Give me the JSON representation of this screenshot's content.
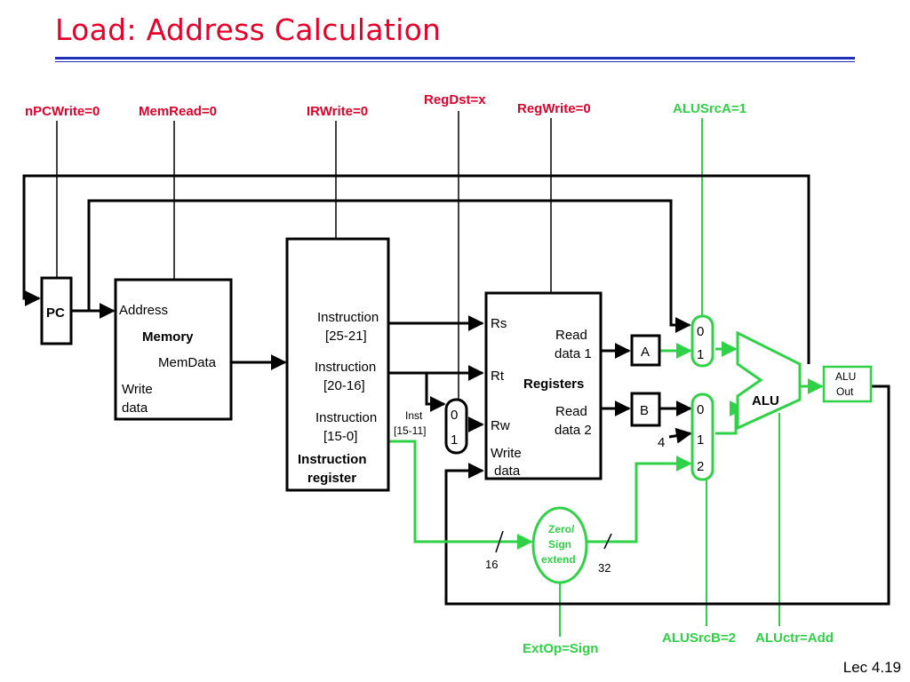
{
  "title": "Load: Address Calculation",
  "footer": "Lec 4.19",
  "colors": {
    "title": "#e8002a",
    "rule": "#1f2fb8",
    "control_red": "#e0002a",
    "active_green": "#2fd246"
  },
  "control_signals": {
    "npcwrite": "nPCWrite=0",
    "memread": "MemRead=0",
    "irwrite": "IRWrite=0",
    "regdst": "RegDst=x",
    "regwrite": "RegWrite=0",
    "alusrca": "ALUSrcA=1",
    "extop": "ExtOp=Sign",
    "alusrcb": "ALUSrcB=2",
    "aluctr": "ALUctr=Add"
  },
  "pc": {
    "label": "PC"
  },
  "memory": {
    "address": "Address",
    "name": "Memory",
    "memdata": "MemData",
    "write": "Write",
    "data": "data"
  },
  "instruction_register": {
    "f1a": "Instruction",
    "f1b": "[25-21]",
    "f2a": "Instruction",
    "f2b": "[20-16]",
    "f3a": "Instruction",
    "f3b": "[15-0]",
    "name1": "Instruction",
    "name2": "register"
  },
  "regdst_mux": {
    "in0": "0",
    "in1": "1",
    "inst_a": "Inst",
    "inst_b": "[15-11]"
  },
  "registers": {
    "rs": "Rs",
    "rt": "Rt",
    "rw": "Rw",
    "write1": "Write",
    "write2": "data",
    "rd1a": "Read",
    "rd1b": "data 1",
    "name": "Registers",
    "rd2a": "Read",
    "rd2b": "data 2"
  },
  "reg_a": "A",
  "reg_b": "B",
  "alusrca_mux": {
    "in0": "0",
    "in1": "1"
  },
  "alusrcb_mux": {
    "in0": "0",
    "in1": "1",
    "in2": "2",
    "const": "4"
  },
  "alu": {
    "label": "ALU"
  },
  "aluout": {
    "line1": "ALU",
    "line2": "Out"
  },
  "extend": {
    "line1": "Zero/",
    "line2": "Sign",
    "line3": "extend",
    "in_width": "16",
    "out_width": "32"
  }
}
